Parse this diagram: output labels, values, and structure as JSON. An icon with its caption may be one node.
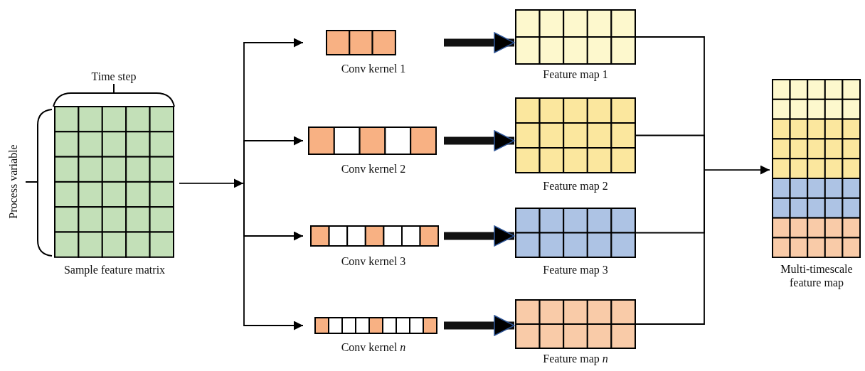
{
  "diagram": {
    "nodes": [
      {
        "text": [
          "Sample feature matrix"
        ]
      },
      {
        "text": [
          "Conv kernel 1"
        ]
      },
      {
        "text": [
          "Conv kernel 2"
        ]
      },
      {
        "text": [
          "Conv kernel 3"
        ]
      },
      {
        "text": [
          "Conv kernel *n*"
        ]
      },
      {
        "text": [
          "Feature map 1"
        ]
      },
      {
        "text": [
          "Feature map 2"
        ]
      },
      {
        "text": [
          "Feature map 3"
        ]
      },
      {
        "text": [
          "Feature map *n*"
        ]
      },
      {
        "text": [
          "Multi-timescale feature map"
        ]
      }
    ],
    "edges": [
      {
        "from": 0,
        "to": 1,
        "arrow": "to"
      },
      {
        "from": 0,
        "to": 2,
        "arrow": "to"
      },
      {
        "from": 0,
        "to": 3,
        "arrow": "to"
      },
      {
        "from": 0,
        "to": 4,
        "arrow": "to"
      },
      {
        "from": 1,
        "to": 5,
        "arrow": "to",
        "style": "thick"
      },
      {
        "from": 2,
        "to": 6,
        "arrow": "to",
        "style": "thick"
      },
      {
        "from": 3,
        "to": 7,
        "arrow": "to",
        "style": "thick"
      },
      {
        "from": 4,
        "to": 8,
        "arrow": "to",
        "style": "thick"
      },
      {
        "from": 5,
        "to": 9,
        "arrow": "to"
      },
      {
        "from": 6,
        "to": 9,
        "arrow": "to"
      },
      {
        "from": 7,
        "to": 9,
        "arrow": "to"
      },
      {
        "from": 8,
        "to": 9,
        "arrow": "to"
      }
    ],
    "labels": [
      "Time step",
      "Process variable"
    ]
  }
}
